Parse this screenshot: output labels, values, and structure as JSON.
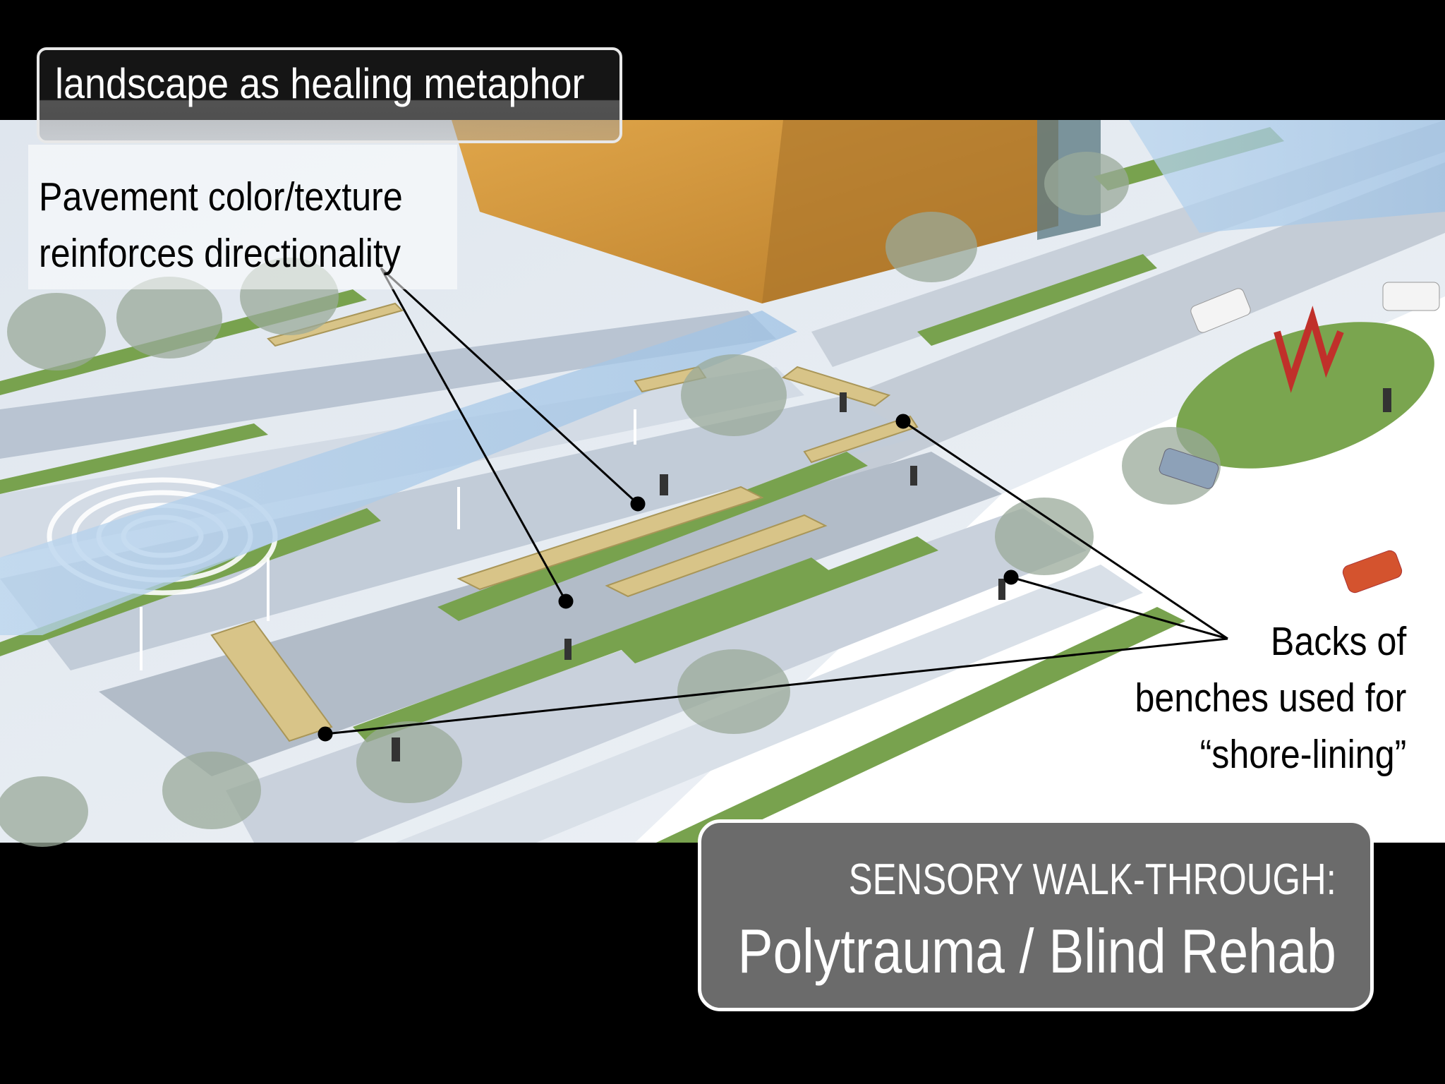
{
  "slide": {
    "title": "landscape as healing metaphor",
    "callouts": [
      {
        "id": "pavement",
        "lines": [
          "Pavement color/texture",
          "reinforces directionality"
        ]
      },
      {
        "id": "benches",
        "lines": [
          "Backs of",
          "benches used for",
          "“shore-lining”"
        ]
      }
    ],
    "footer": {
      "kicker": "SENSORY WALK-THROUGH:",
      "headline": "Polytrauma / Blind Rehab"
    }
  },
  "colors": {
    "background": "#000000",
    "building": "#c8923a",
    "grass": "#6f9a4a",
    "pavement": "#cfd6e0",
    "canopy": "#a9c7e6"
  }
}
